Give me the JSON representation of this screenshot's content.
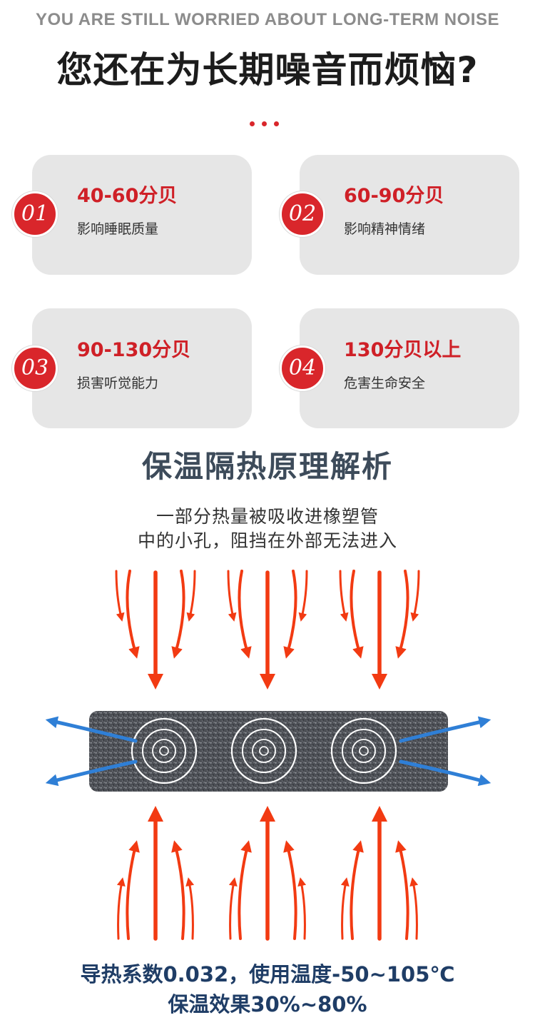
{
  "header": {
    "en_title": "YOU ARE STILL WORRIED ABOUT LONG-TERM NOISE",
    "cn_title": "您还在为长期噪音而烦恼?"
  },
  "cards": [
    {
      "num": "01",
      "value": "40-60分贝",
      "desc": "影响睡眠质量"
    },
    {
      "num": "02",
      "value": "60-90分贝",
      "desc": "影响精神情绪"
    },
    {
      "num": "03",
      "value": "90-130分贝",
      "desc": "损害听觉能力"
    },
    {
      "num": "04",
      "value": "130分贝以上",
      "desc": "危害生命安全"
    }
  ],
  "principle": {
    "title": "保温隔热原理解析",
    "line1": "一部分热量被吸收进橡塑管",
    "line2": "中的小孔，阻挡在外部无法进入"
  },
  "footer": {
    "line1": "导热系数0.032，使用温度-50~105℃",
    "line2": "保温效果30%~80%"
  },
  "colors": {
    "accent_red": "#d9262b",
    "arrow_red": "#f23a12",
    "arrow_blue": "#2f7fd6",
    "card_bg": "#e6e6e6",
    "title_slate": "#3d4b5a",
    "footer_navy": "#1f3d66"
  }
}
